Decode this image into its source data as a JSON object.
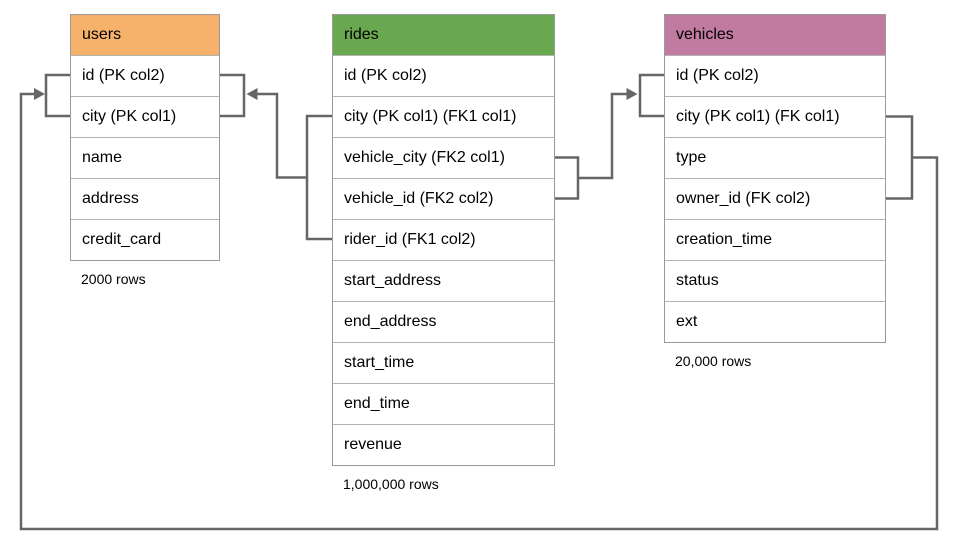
{
  "diagram": {
    "line_color": "#666666",
    "tables": [
      {
        "name": "users",
        "header_color": "#f6b26b",
        "columns": [
          "id (PK col2)",
          "city (PK col1)",
          "name",
          "address",
          "credit_card"
        ],
        "row_count_label": "2000 rows"
      },
      {
        "name": "rides",
        "header_color": "#6aa84f",
        "columns": [
          "id (PK col2)",
          "city (PK col1) (FK1 col1)",
          "vehicle_city (FK2 col1)",
          "vehicle_id (FK2 col2)",
          "rider_id (FK1 col2)",
          "start_address",
          "end_address",
          "start_time",
          "end_time",
          "revenue"
        ],
        "row_count_label": "1,000,000 rows"
      },
      {
        "name": "vehicles",
        "header_color": "#c27ba0",
        "columns": [
          "id (PK col2)",
          "city (PK col1) (FK col1)",
          "type",
          "owner_id (FK col2)",
          "creation_time",
          "status",
          "ext"
        ],
        "row_count_label": "20,000 rows"
      }
    ],
    "relationships": [
      {
        "name": "FK1",
        "from_table": "rides",
        "from_columns": [
          "city (PK col1) (FK1 col1)",
          "rider_id (FK1 col2)"
        ],
        "to_table": "users",
        "to_columns": [
          "id (PK col2)",
          "city (PK col1)"
        ]
      },
      {
        "name": "FK2",
        "from_table": "rides",
        "from_columns": [
          "vehicle_city (FK2 col1)",
          "vehicle_id (FK2 col2)"
        ],
        "to_table": "vehicles",
        "to_columns": [
          "id (PK col2)",
          "city (PK col1) (FK col1)"
        ]
      },
      {
        "name": "FK",
        "from_table": "vehicles",
        "from_columns": [
          "city (PK col1) (FK col1)",
          "owner_id (FK col2)"
        ],
        "to_table": "users",
        "to_columns": [
          "id (PK col2)",
          "city (PK col1)"
        ]
      }
    ]
  }
}
